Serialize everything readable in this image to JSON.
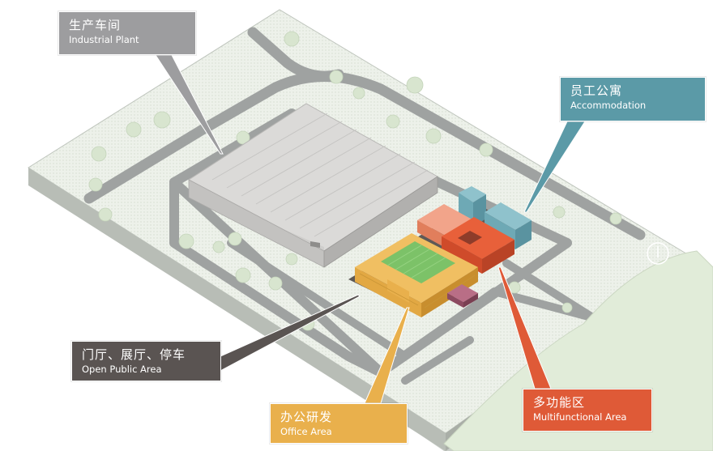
{
  "labels": {
    "industrial": {
      "zh": "生产车间",
      "en": "Industrial Plant",
      "color": "#9d9d9f"
    },
    "accommodation": {
      "zh": "员工公寓",
      "en": "Accommodation",
      "color": "#5b9aa7"
    },
    "public": {
      "zh": "门厅、展厅、停车",
      "en": "Open Public Area",
      "color": "#5a5452"
    },
    "office": {
      "zh": "办公研发",
      "en": "Office Area",
      "color": "#e9b04c"
    },
    "multi": {
      "zh": "多功能区",
      "en": "Multifunctional Area",
      "color": "#df5a37"
    }
  }
}
